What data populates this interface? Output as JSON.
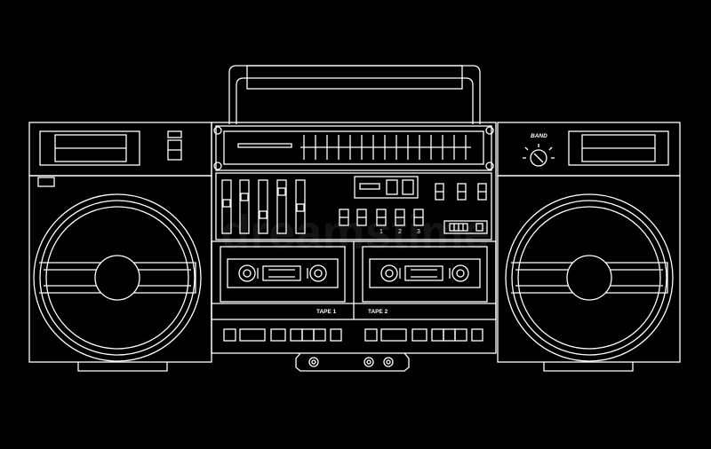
{
  "illustration": {
    "subject": "boombox-line-drawing",
    "colors": {
      "background": "#000000",
      "line": "#ffffff"
    }
  },
  "labels": {
    "band": "BAND",
    "tape_1": "TAPE 1",
    "tape_2": "TAPE 2",
    "preset_1": "1",
    "preset_2": "2",
    "preset_3": "3"
  },
  "watermark": "dreamstime"
}
